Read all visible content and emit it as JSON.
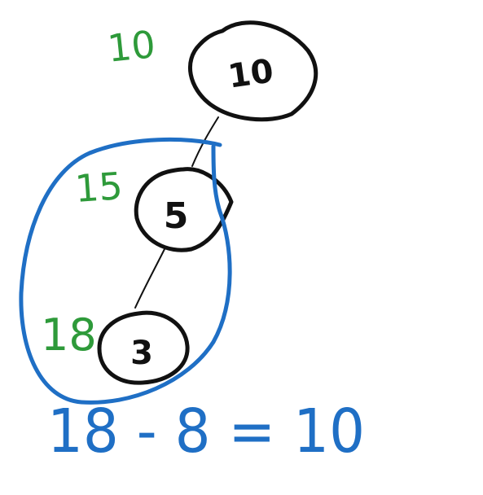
{
  "tree": {
    "nodes": [
      {
        "id": "n10",
        "label": "10",
        "sum_label": "10"
      },
      {
        "id": "n5",
        "label": "5",
        "sum_label": "15"
      },
      {
        "id": "n3",
        "label": "3",
        "sum_label": "18"
      }
    ]
  },
  "equation": "18 - 8 = 10",
  "colors": {
    "ink": "#111111",
    "sum_green": "#2e9a3a",
    "highlight_blue": "#1f6fc5",
    "background": "#ffffff"
  }
}
